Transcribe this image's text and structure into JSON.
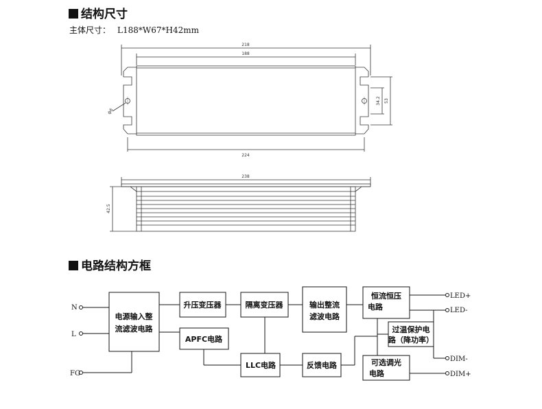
{
  "section1": {
    "title": "结构尺寸"
  },
  "dimensions": {
    "label": "主体尺寸：",
    "value": "L188*W67*H42mm"
  },
  "top_view": {
    "dim_overall": "218",
    "dim_body": "188",
    "dim_mount": "224",
    "dim_hole": "ф6",
    "dim_inner_h": "34.2",
    "dim_outer_h": "53"
  },
  "side_view": {
    "dim_length": "238",
    "dim_height": "42.5"
  },
  "section2": {
    "title": "电路结构方框"
  },
  "blocks": {
    "input_filter": [
      "电源输入整",
      "流滤波电路"
    ],
    "boost_transformer": "升压变压器",
    "apfc": "APFC电路",
    "isolation_transformer": "隔离变压器",
    "llc": "LLC电路",
    "output_rectifier": [
      "输出整流",
      "滤波电路"
    ],
    "cc_cv": [
      "恒流恒压",
      "电路"
    ],
    "protection": [
      "过温保护电",
      "路（降功率）"
    ],
    "feedback": "反馈电路",
    "dimming": [
      "可选调光",
      "电路"
    ]
  },
  "inputs": {
    "n": "N",
    "l": "L",
    "fg": "FG"
  },
  "outputs": {
    "led_pos": "LED+",
    "led_neg": "LED-",
    "dim_neg": "DIM-",
    "dim_pos": "DIM+"
  }
}
